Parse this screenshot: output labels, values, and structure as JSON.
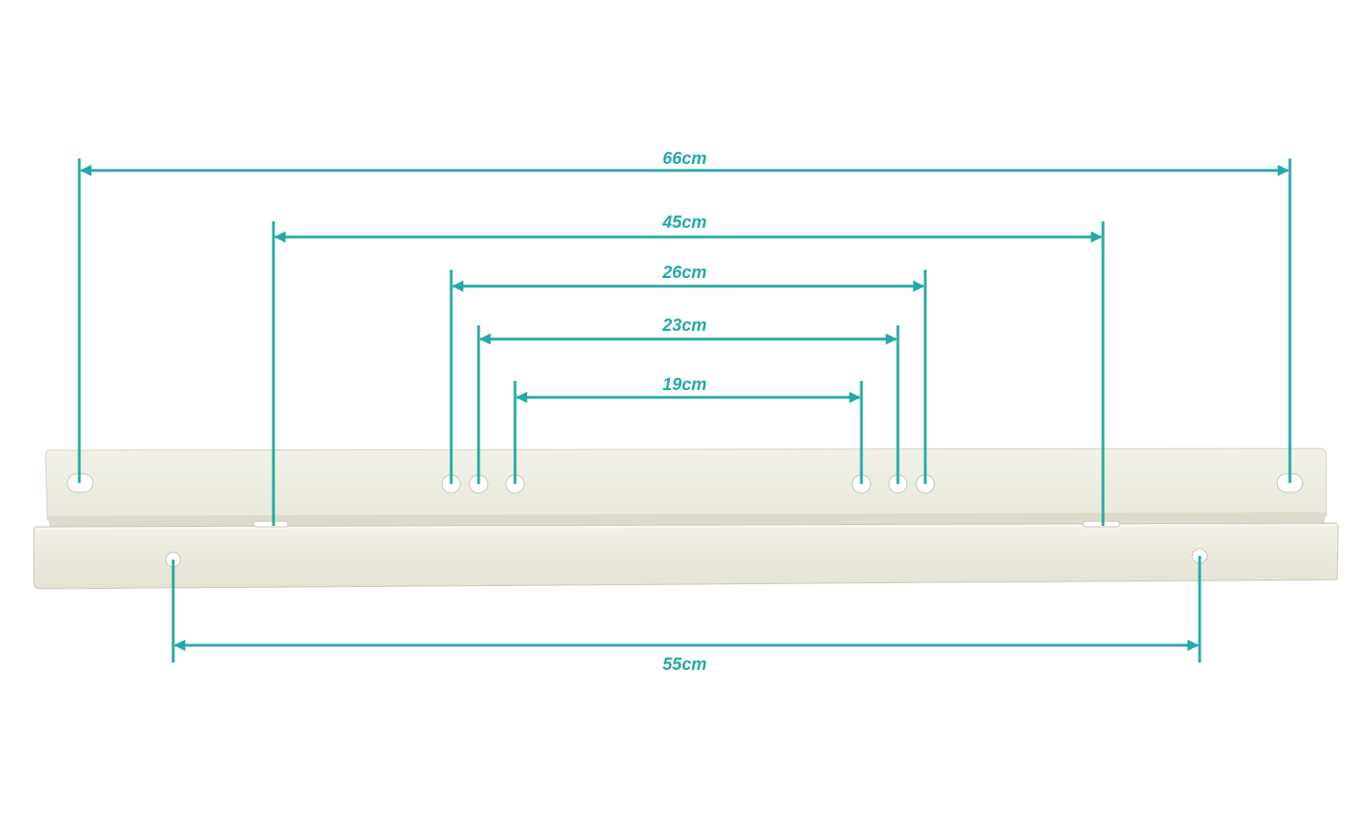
{
  "colors": {
    "dimension": "#24aaa6",
    "bracket_face": "#efeee3",
    "bracket_edge": "#c8c6b6",
    "bracket_flange": "#e7e5d6",
    "hole": "#ffffff"
  },
  "dimensions": [
    {
      "id": "66",
      "label": "66cm"
    },
    {
      "id": "45",
      "label": "45cm"
    },
    {
      "id": "26",
      "label": "26cm"
    },
    {
      "id": "23",
      "label": "23cm"
    },
    {
      "id": "19",
      "label": "19cm"
    },
    {
      "id": "55",
      "label": "55cm"
    }
  ]
}
